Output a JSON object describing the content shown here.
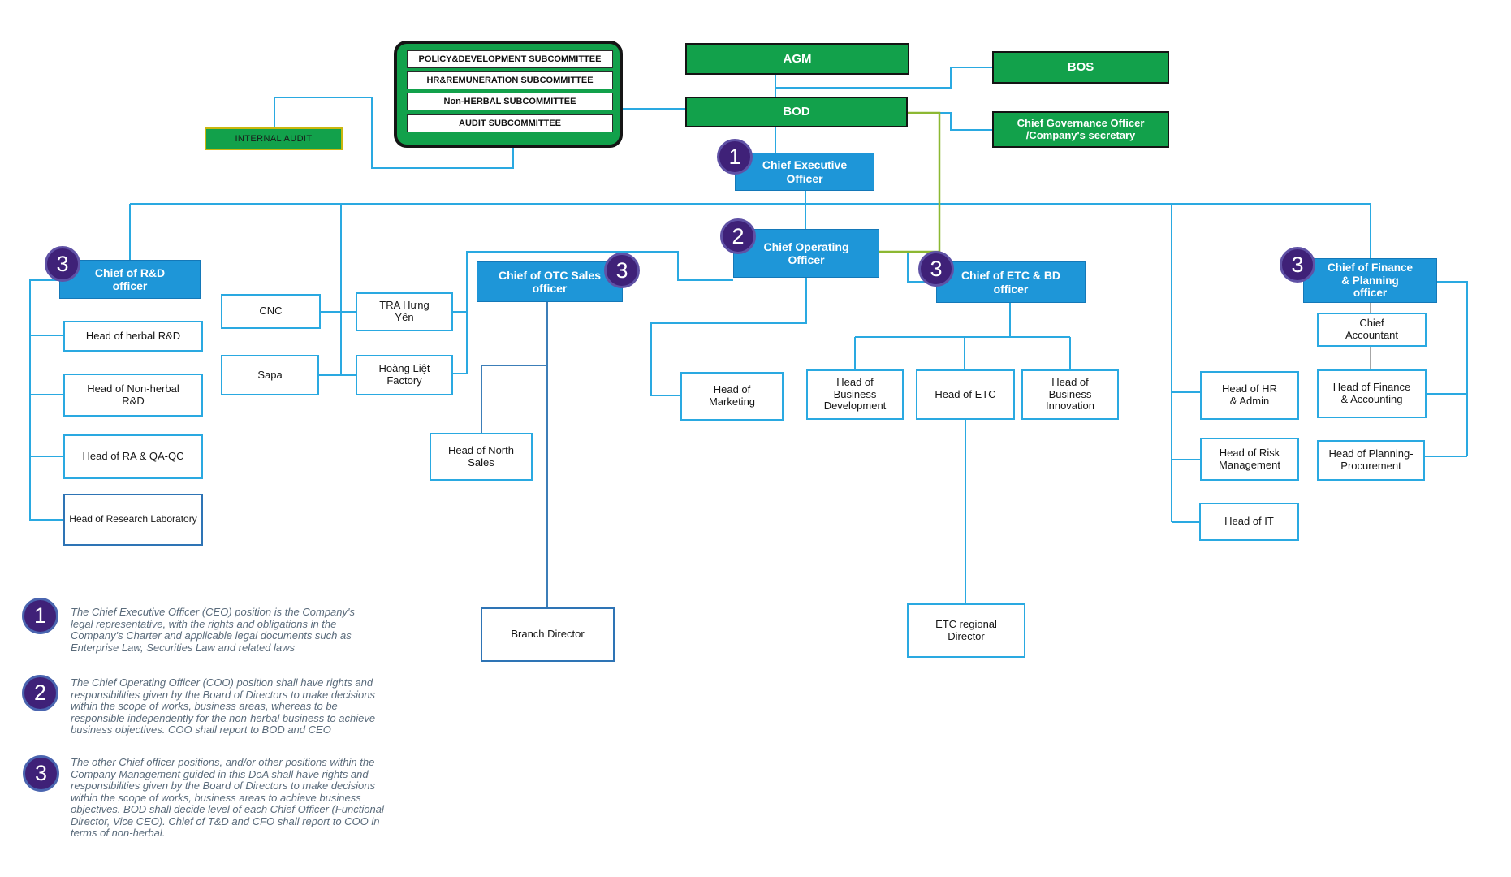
{
  "colors": {
    "box_green": "#12A14B",
    "box_blue": "#1E96D8",
    "line_azure": "#2AA9E1",
    "line_green": "#8CB832",
    "line_steel": "#3C7EB8",
    "line_gray": "#A6A6A6",
    "badge_purple": "#3F2178",
    "internal_audit_border": "#C9B70E",
    "note_text": "#5A6B7B"
  },
  "subcommittees": {
    "items": [
      "POLICY&DEVELOPMENT SUBCOMMITTEE",
      "HR&REMUNERATION SUBCOMMITTEE",
      "Non-HERBAL SUBCOMMITTEE",
      "AUDIT SUBCOMMITTEE"
    ]
  },
  "boxes": {
    "internal_audit": "INTERNAL AUDIT",
    "agm": "AGM",
    "bod": "BOD",
    "bos": "BOS",
    "cgo": "Chief Governance Officer /Company's secretary",
    "ceo": "Chief Executive Officer",
    "coo": "Chief Operating Officer",
    "rnd": "Chief of R&D officer",
    "otc": "Chief of OTC Sales officer",
    "etcbd": "Chief of ETC & BD officer",
    "fp": "Chief of Finance & Planning officer",
    "herbal": "Head of herbal R&D",
    "nonherbal": "Head of Non-herbal R&D",
    "raqaqc": "Head of RA & QA-QC",
    "reslab": "Head of Research Laboratory",
    "cnc": "CNC",
    "sapa": "Sapa",
    "tra": "TRA Hưng Yên",
    "hoang": "Hoàng Liệt Factory",
    "northsales": "Head of North Sales",
    "branch": "Branch Director",
    "marketing": "Head of Marketing",
    "bd": "Head of Business Development",
    "etc": "Head of ETC",
    "innovation": "Head of Business Innovation",
    "etcregional": "ETC regional Director",
    "hradmin": "Head of HR & Admin",
    "risk": "Head of Risk Management",
    "it": "Head of IT",
    "accountant": "Chief Accountant",
    "fa": "Head of Finance & Accounting",
    "pp": "Head of Planning-Procurement"
  },
  "badges": {
    "ceo": "1",
    "coo": "2",
    "rnd": "3",
    "otc": "3",
    "etcbd": "3",
    "fp": "3"
  },
  "notes": [
    {
      "num": "1",
      "text": "The Chief Executive Officer (CEO) position is the Company's legal representative, with the rights and obligations in the Company's Charter and applicable legal documents such as Enterprise Law, Securities Law and related laws"
    },
    {
      "num": "2",
      "text": "The Chief Operating Officer (COO) position shall have rights and responsibilities given by the Board of Directors to make decisions within the scope of works, business areas, whereas to be responsible independently for the non-herbal business to achieve business objectives. COO shall report to BOD and CEO"
    },
    {
      "num": "3",
      "text": "The other Chief officer positions, and/or other positions within the Company Management guided in this DoA shall have rights and responsibilities given by the Board of Directors to make decisions within the scope of works, business areas to achieve business objectives. BOD shall decide level of each Chief Officer (Functional Director, Vice CEO). Chief of T&D and CFO shall report to COO in terms of non-herbal."
    }
  ]
}
